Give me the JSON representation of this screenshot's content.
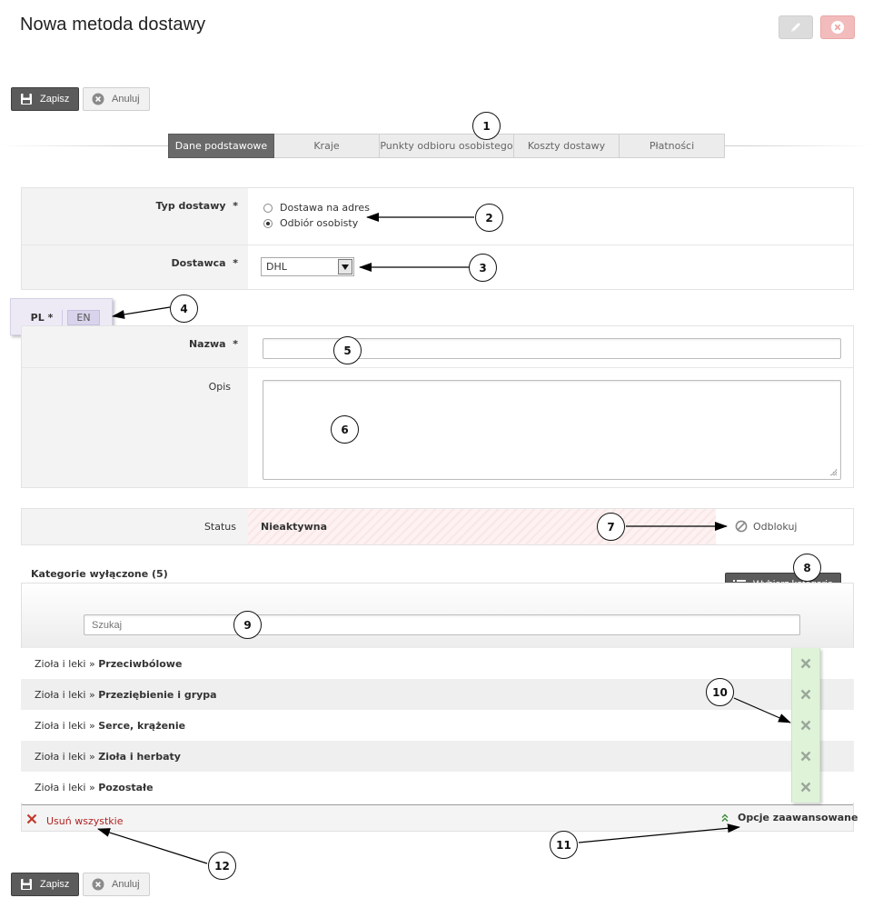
{
  "page": {
    "title": "Nowa metoda dostawy",
    "top_icons": [
      "pencil-icon",
      "close-circle-icon"
    ]
  },
  "toolbar": {
    "save_label": "Zapisz",
    "cancel_label": "Anuluj"
  },
  "tabs": [
    {
      "label": "Dane podstawowe",
      "active": true
    },
    {
      "label": "Kraje"
    },
    {
      "label": "Punkty odbioru osobistego"
    },
    {
      "label": "Koszty dostawy"
    },
    {
      "label": "Płatności"
    }
  ],
  "form": {
    "delivery_type": {
      "label": "Typ dostawy",
      "required_mark": "*",
      "options": [
        {
          "label": "Dostawa na adres",
          "checked": false
        },
        {
          "label": "Odbiór osobisty",
          "checked": true
        }
      ]
    },
    "supplier": {
      "label": "Dostawca",
      "required_mark": "*",
      "value": "DHL"
    },
    "languages": [
      {
        "label": "PL *",
        "active": true
      },
      {
        "label": "EN",
        "active": false
      }
    ],
    "name": {
      "label": "Nazwa",
      "required_mark": "*",
      "value": ""
    },
    "description": {
      "label": "Opis",
      "value": ""
    },
    "status": {
      "label": "Status",
      "value": "Nieaktywna",
      "action_label": "Odblokuj"
    }
  },
  "categories": {
    "header": "Kategorie wyłączone (5)",
    "choose_button": "Wybierz kategorie",
    "search_placeholder": "Szukaj",
    "items": [
      {
        "parent": "Zioła i leki",
        "sep": "»",
        "name": "Przeciwbólowe"
      },
      {
        "parent": "Zioła i leki",
        "sep": "»",
        "name": "Przeziębienie i grypa"
      },
      {
        "parent": "Zioła i leki",
        "sep": "»",
        "name": "Serce, krążenie"
      },
      {
        "parent": "Zioła i leki",
        "sep": "»",
        "name": "Zioła i herbaty"
      },
      {
        "parent": "Zioła i leki",
        "sep": "»",
        "name": "Pozostałe"
      }
    ],
    "remove_all_label": "Usuń wszystkie",
    "advanced_label": "Opcje zaawansowane"
  },
  "callouts": [
    "1",
    "2",
    "3",
    "4",
    "5",
    "6",
    "7",
    "8",
    "9",
    "10",
    "11",
    "12"
  ],
  "colors": {
    "dark_button": "#5b5b5b",
    "active_tab": "#6a6a6a",
    "remove_red": "#b22222",
    "remove_column_green": "#dff3d9",
    "lang_box": "#edeaf6"
  }
}
